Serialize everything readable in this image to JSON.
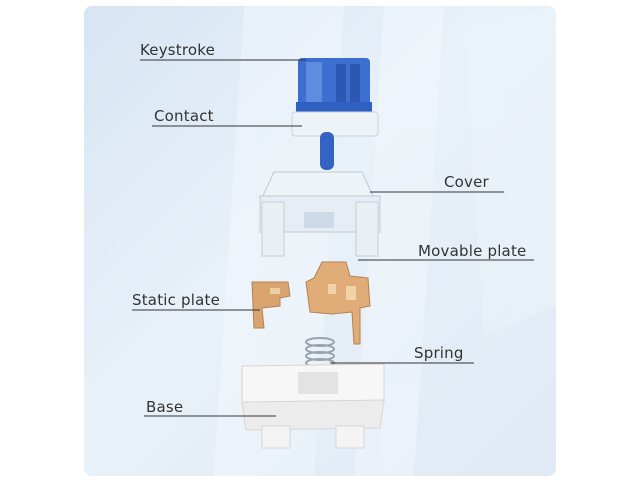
{
  "labels": {
    "keystroke": "Keystroke",
    "contact": "Contact",
    "cover": "Cover",
    "movable_plate": "Movable plate",
    "static_plate": "Static plate",
    "spring": "Spring",
    "base": "Base"
  },
  "colors": {
    "background": "#dfeaf5",
    "stem_blue": "#3d6fd0",
    "cover_clear": "#eef3f8",
    "metal_gold": "#d9a470",
    "base_white": "#f7f7f7",
    "line": "#333333"
  }
}
